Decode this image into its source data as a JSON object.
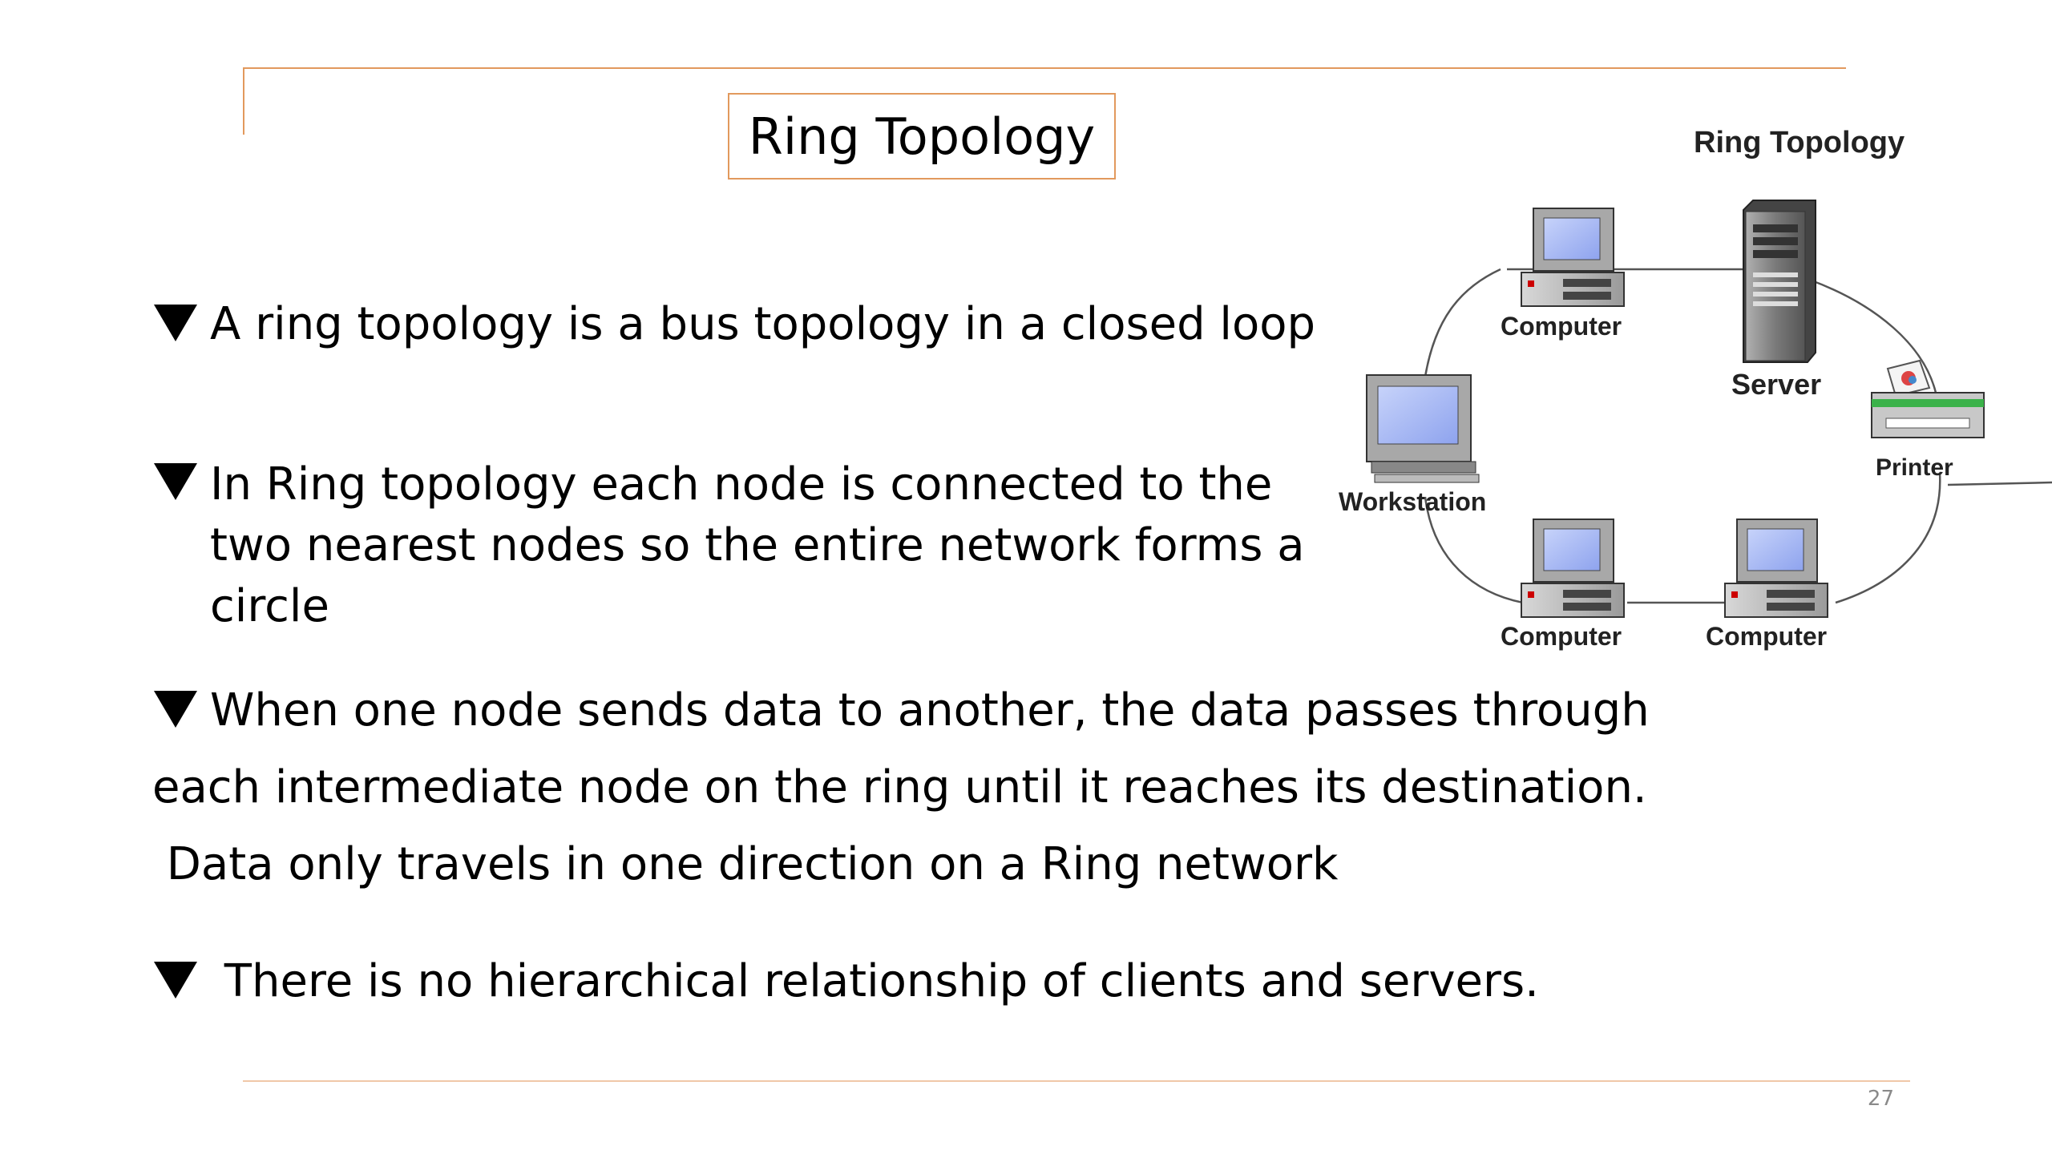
{
  "slide": {
    "title": "Ring Topology",
    "page_number": "27",
    "bullets": [
      {
        "lines": [
          "A ring topology is a bus topology in a closed loop"
        ]
      },
      {
        "lines": [
          "In Ring topology each node is connected to the",
          "two nearest nodes so the entire network forms a",
          "circle"
        ]
      },
      {
        "lines": [
          "When one node sends data to another, the data passes through",
          "each intermediate node on the ring until it reaches its destination.",
          " Data only travels in one direction on a Ring network"
        ]
      },
      {
        "lines": [
          " There is no hierarchical relationship of clients and servers."
        ]
      }
    ]
  },
  "diagram": {
    "title": "Ring Topology",
    "nodes": {
      "computer_top": "Computer",
      "server": "Server",
      "printer": "Printer",
      "workstation": "Workstation",
      "computer_bottom_left": "Computer",
      "computer_bottom_right": "Computer"
    }
  },
  "colors": {
    "accent": "#E2995D",
    "text": "#000000",
    "ring": "#555555",
    "screen": "#9FB4F2"
  }
}
